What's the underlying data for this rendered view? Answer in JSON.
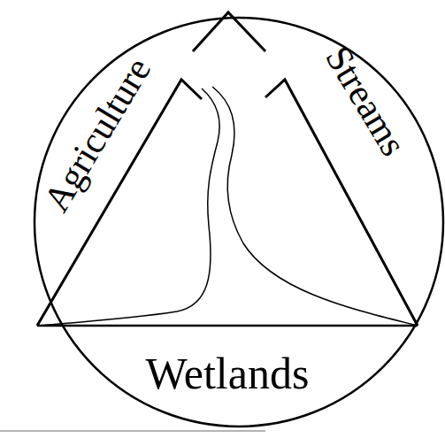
{
  "diagram": {
    "labels": [
      "Agriculture",
      "Streams",
      "Wetlands"
    ]
  }
}
